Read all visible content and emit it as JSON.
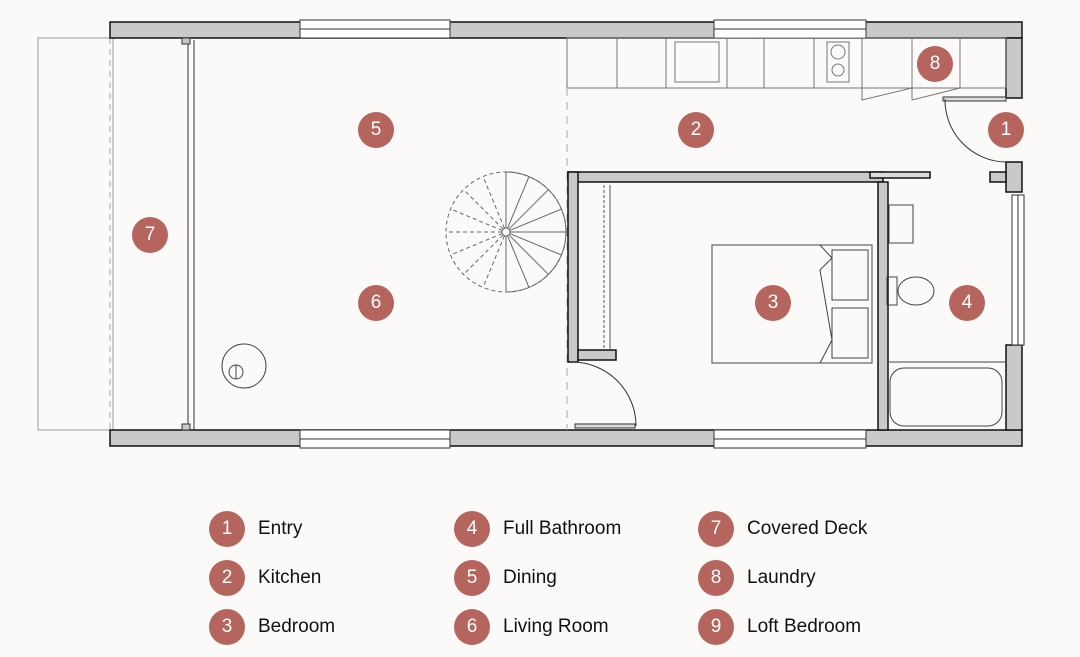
{
  "plan": {
    "markers": [
      {
        "number": "1",
        "room": "Entry"
      },
      {
        "number": "2",
        "room": "Kitchen"
      },
      {
        "number": "3",
        "room": "Bedroom"
      },
      {
        "number": "4",
        "room": "Full Bathroom"
      },
      {
        "number": "5",
        "room": "Dining"
      },
      {
        "number": "6",
        "room": "Living Room"
      },
      {
        "number": "7",
        "room": "Covered Deck"
      },
      {
        "number": "8",
        "room": "Laundry"
      }
    ]
  },
  "legend": [
    {
      "number": "1",
      "label": "Entry"
    },
    {
      "number": "2",
      "label": "Kitchen"
    },
    {
      "number": "3",
      "label": "Bedroom"
    },
    {
      "number": "4",
      "label": "Full Bathroom"
    },
    {
      "number": "5",
      "label": "Dining"
    },
    {
      "number": "6",
      "label": "Living Room"
    },
    {
      "number": "7",
      "label": "Covered Deck"
    },
    {
      "number": "8",
      "label": "Laundry"
    },
    {
      "number": "9",
      "label": "Loft Bedroom"
    }
  ],
  "colors": {
    "marker": "#b5655e",
    "wall": "#c9c9c9",
    "background": "#fbfaf8"
  }
}
